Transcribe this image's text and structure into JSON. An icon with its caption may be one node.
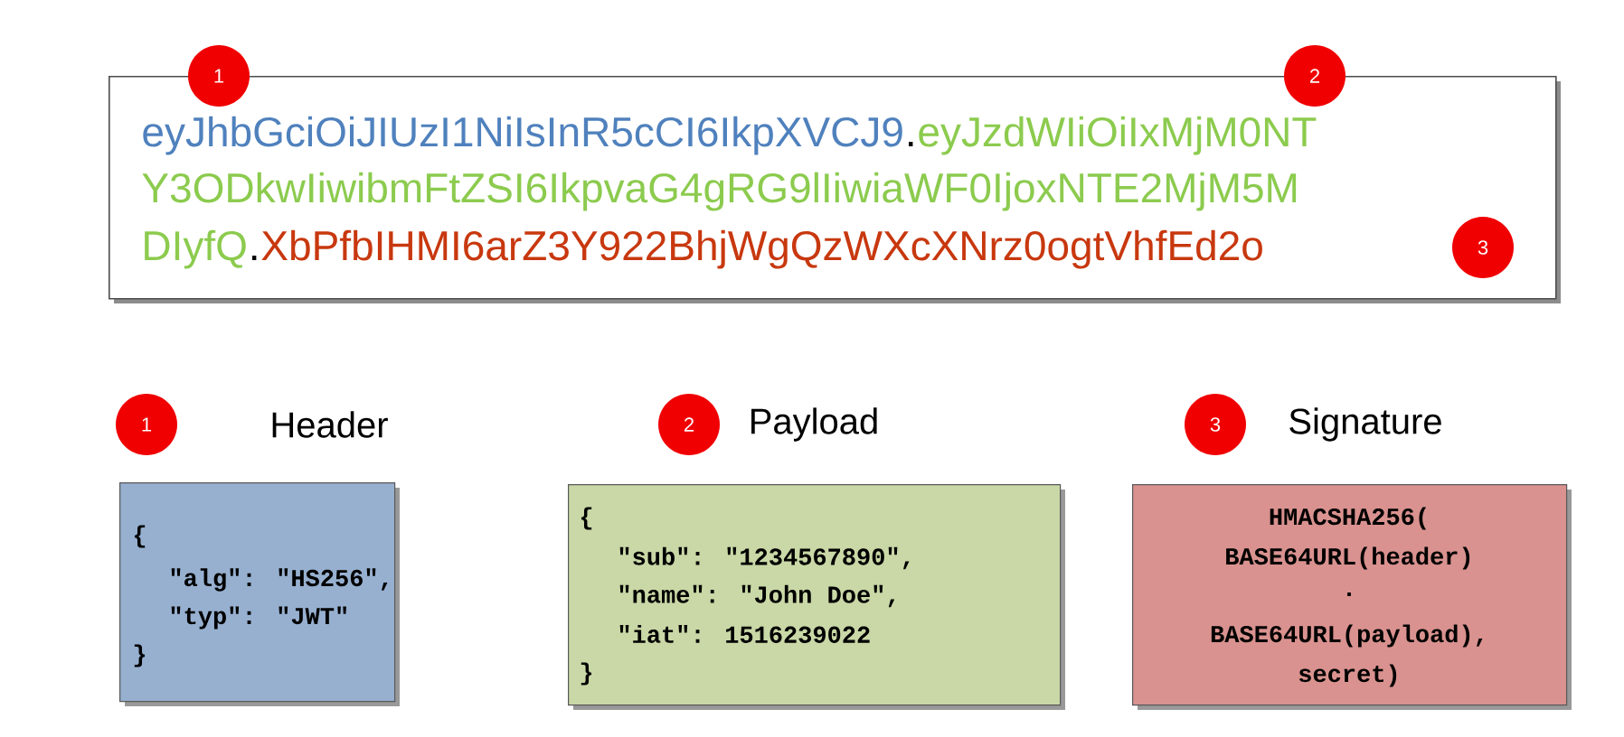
{
  "diagram": {
    "nodes": [
      {
        "text": [
          "eyJhbGciOiJIUzI1NiIsInR5cCI6IkpXVCJ9",
          ".",
          "eyJzdWIiOiIxMjM0NT",
          "Y3ODkwIiwibmFtZSI6IkpvaG4gRG9lIiwiaWF0IjoxNTE2MjM5M",
          "DIyfQ",
          ".",
          "XbPfbIHMI6arZ3Y922BhjWgQzWXcXNrz0ogtVhfEd2o"
        ]
      },
      {
        "text": [
          "1"
        ]
      },
      {
        "text": [
          "2"
        ]
      },
      {
        "text": [
          "3"
        ],
        "in": 0
      },
      {
        "text": [
          "1"
        ]
      },
      {
        "text": [
          "Header",
          "{",
          "\"alg\": \"HS256\",",
          "\"typ\": \"JWT\"",
          "}"
        ]
      },
      {
        "text": [
          "2"
        ]
      },
      {
        "text": [
          "Payload",
          "{",
          "\"sub\": \"1234567890\",",
          "\"name\": \"John Doe\",",
          "\"iat\": 1516239022",
          "}"
        ]
      },
      {
        "text": [
          "3"
        ]
      },
      {
        "text": [
          "Signature",
          "HMACSHA256(",
          "BASE64URL(header)",
          ".",
          "BASE64URL(payload),",
          "secret)"
        ]
      }
    ],
    "edges": []
  }
}
